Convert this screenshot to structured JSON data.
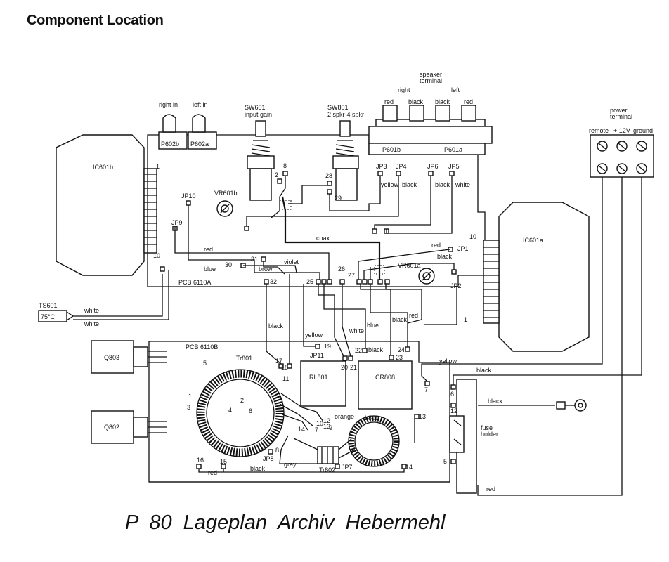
{
  "title": "Component Location",
  "caption": "P 80  Lageplan   Archiv  Hebermehl",
  "components": {
    "ic601b": "IC601b",
    "ic601a": "IC601a",
    "p602b": "P602b",
    "p602a": "P602a",
    "right_in": "right in",
    "left_in": "left in",
    "sw601": "SW601",
    "sw601_desc": "input gain",
    "sw801": "SW801",
    "sw801_desc": "2 spkr-4 spkr",
    "speaker_terminal": "speaker",
    "speaker_terminal_2": "terminal",
    "spk_right": "right",
    "spk_left": "left",
    "p601b": "P601b",
    "p601a": "P601a",
    "power_terminal": "power",
    "power_terminal_2": "terminal",
    "remote": "remote",
    "plus12v": "+ 12V",
    "ground": "ground",
    "vr601b": "VR601b",
    "vr601a": "VR601a",
    "pcb6110a": "PCB 6110A",
    "pcb6110b": "PCB 6110B",
    "ts601": "TS601",
    "ts601_temp": "75°C",
    "q803": "Q803",
    "q802": "Q802",
    "tr801": "Tr801",
    "tr802": "Tr802",
    "rl801": "RL801",
    "cr808": "CR808",
    "l801": "L801",
    "fuse_holder": "fuse",
    "fuse_holder_2": "holder",
    "coax": "coax"
  },
  "jumpers": {
    "jp1": "JP1",
    "jp2": "JP2",
    "jp3": "JP3",
    "jp4": "JP4",
    "jp5": "JP5",
    "jp6": "JP6",
    "jp7": "JP7",
    "jp8": "JP8",
    "jp9": "JP9",
    "jp10": "JP10",
    "jp11": "JP11"
  },
  "wire_colors": {
    "red": "red",
    "black": "black",
    "white": "white",
    "yellow": "yellow",
    "blue": "blue",
    "brown": "brown",
    "violet": "violet",
    "orange": "orange",
    "gray": "gray"
  },
  "points": {
    "p1": "1",
    "p2": "2",
    "p3": "3",
    "p4": "4",
    "p5": "5",
    "p6": "6",
    "p7": "7",
    "p8": "8",
    "p9": "9",
    "p10": "10",
    "p11": "11",
    "p12": "12",
    "p13": "13",
    "p14": "14",
    "p15": "15",
    "p16": "16",
    "p17": "17",
    "p18": "18",
    "p19": "19",
    "p20": "20",
    "p21": "21",
    "p22": "22",
    "p23": "23",
    "p24": "24",
    "p25": "25",
    "p26": "26",
    "p27": "27",
    "p28": "28",
    "p29": "29",
    "p30": "30",
    "p31": "31",
    "p32": "32"
  }
}
